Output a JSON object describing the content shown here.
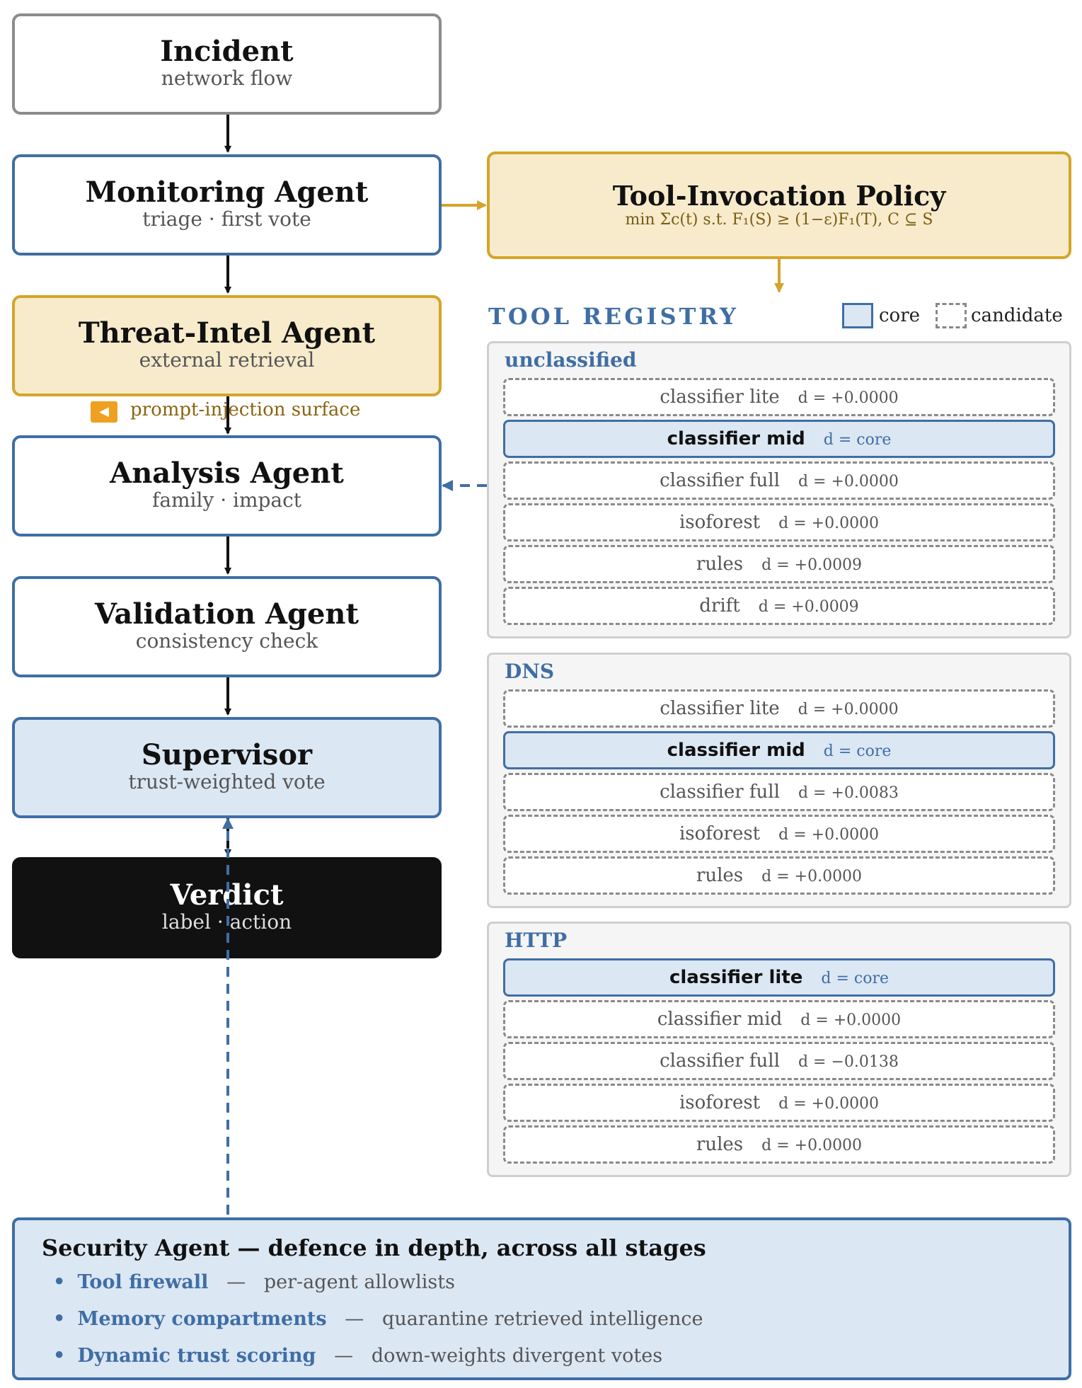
{
  "stages": [
    {
      "title": "Incident",
      "subtitle": "network flow"
    },
    {
      "title": "Monitoring Agent",
      "subtitle": "triage · first vote"
    },
    {
      "title": "Threat-Intel Agent",
      "subtitle": "external retrieval"
    },
    {
      "title": "Analysis Agent",
      "subtitle": "family · impact"
    },
    {
      "title": "Validation Agent",
      "subtitle": "consistency check"
    },
    {
      "title": "Supervisor",
      "subtitle": "trust-weighted vote"
    },
    {
      "title": "Verdict",
      "subtitle": "label · action"
    }
  ],
  "injection_note": "prompt-injection surface",
  "policy": {
    "title": "Tool-Invocation Policy",
    "formula": "min Σc(t)   s.t.   F₁(S) ≥ (1−ε)F₁(T),   C ⊆ S"
  },
  "registry": {
    "heading": "TOOL REGISTRY",
    "legend_core": "core",
    "legend_candidate": "candidate",
    "groups": [
      {
        "label": "unclassified",
        "tools": [
          {
            "name": "classifier lite",
            "delta": "d = +0.0000",
            "core": false
          },
          {
            "name": "classifier mid",
            "delta": "d = core",
            "core": true
          },
          {
            "name": "classifier full",
            "delta": "d = +0.0000",
            "core": false
          },
          {
            "name": "isoforest",
            "delta": "d = +0.0000",
            "core": false
          },
          {
            "name": "rules",
            "delta": "d = +0.0009",
            "core": false
          },
          {
            "name": "drift",
            "delta": "d = +0.0009",
            "core": false
          }
        ]
      },
      {
        "label": "DNS",
        "tools": [
          {
            "name": "classifier lite",
            "delta": "d = +0.0000",
            "core": false
          },
          {
            "name": "classifier mid",
            "delta": "d = core",
            "core": true
          },
          {
            "name": "classifier full",
            "delta": "d = +0.0083",
            "core": false
          },
          {
            "name": "isoforest",
            "delta": "d = +0.0000",
            "core": false
          },
          {
            "name": "rules",
            "delta": "d = +0.0000",
            "core": false
          }
        ]
      },
      {
        "label": "HTTP",
        "tools": [
          {
            "name": "classifier lite",
            "delta": "d = core",
            "core": true
          },
          {
            "name": "classifier mid",
            "delta": "d = +0.0000",
            "core": false
          },
          {
            "name": "classifier full",
            "delta": "d = −0.0138",
            "core": false
          },
          {
            "name": "isoforest",
            "delta": "d = +0.0000",
            "core": false
          },
          {
            "name": "rules",
            "delta": "d = +0.0000",
            "core": false
          }
        ]
      }
    ]
  },
  "security": {
    "title": "Security Agent — defence in depth, across all stages",
    "dash": "—",
    "items": [
      {
        "term": "Tool firewall",
        "desc": "per-agent allowlists"
      },
      {
        "term": "Memory compartments",
        "desc": "quarantine retrieved intelligence"
      },
      {
        "term": "Dynamic trust scoring",
        "desc": "down-weights divergent votes"
      }
    ]
  },
  "colors": {
    "blue": "#3f6ea5",
    "gold": "#d4a52a",
    "light_blue": "#dce7f4",
    "cream": "#f7ebcc",
    "dark": "#111111"
  }
}
